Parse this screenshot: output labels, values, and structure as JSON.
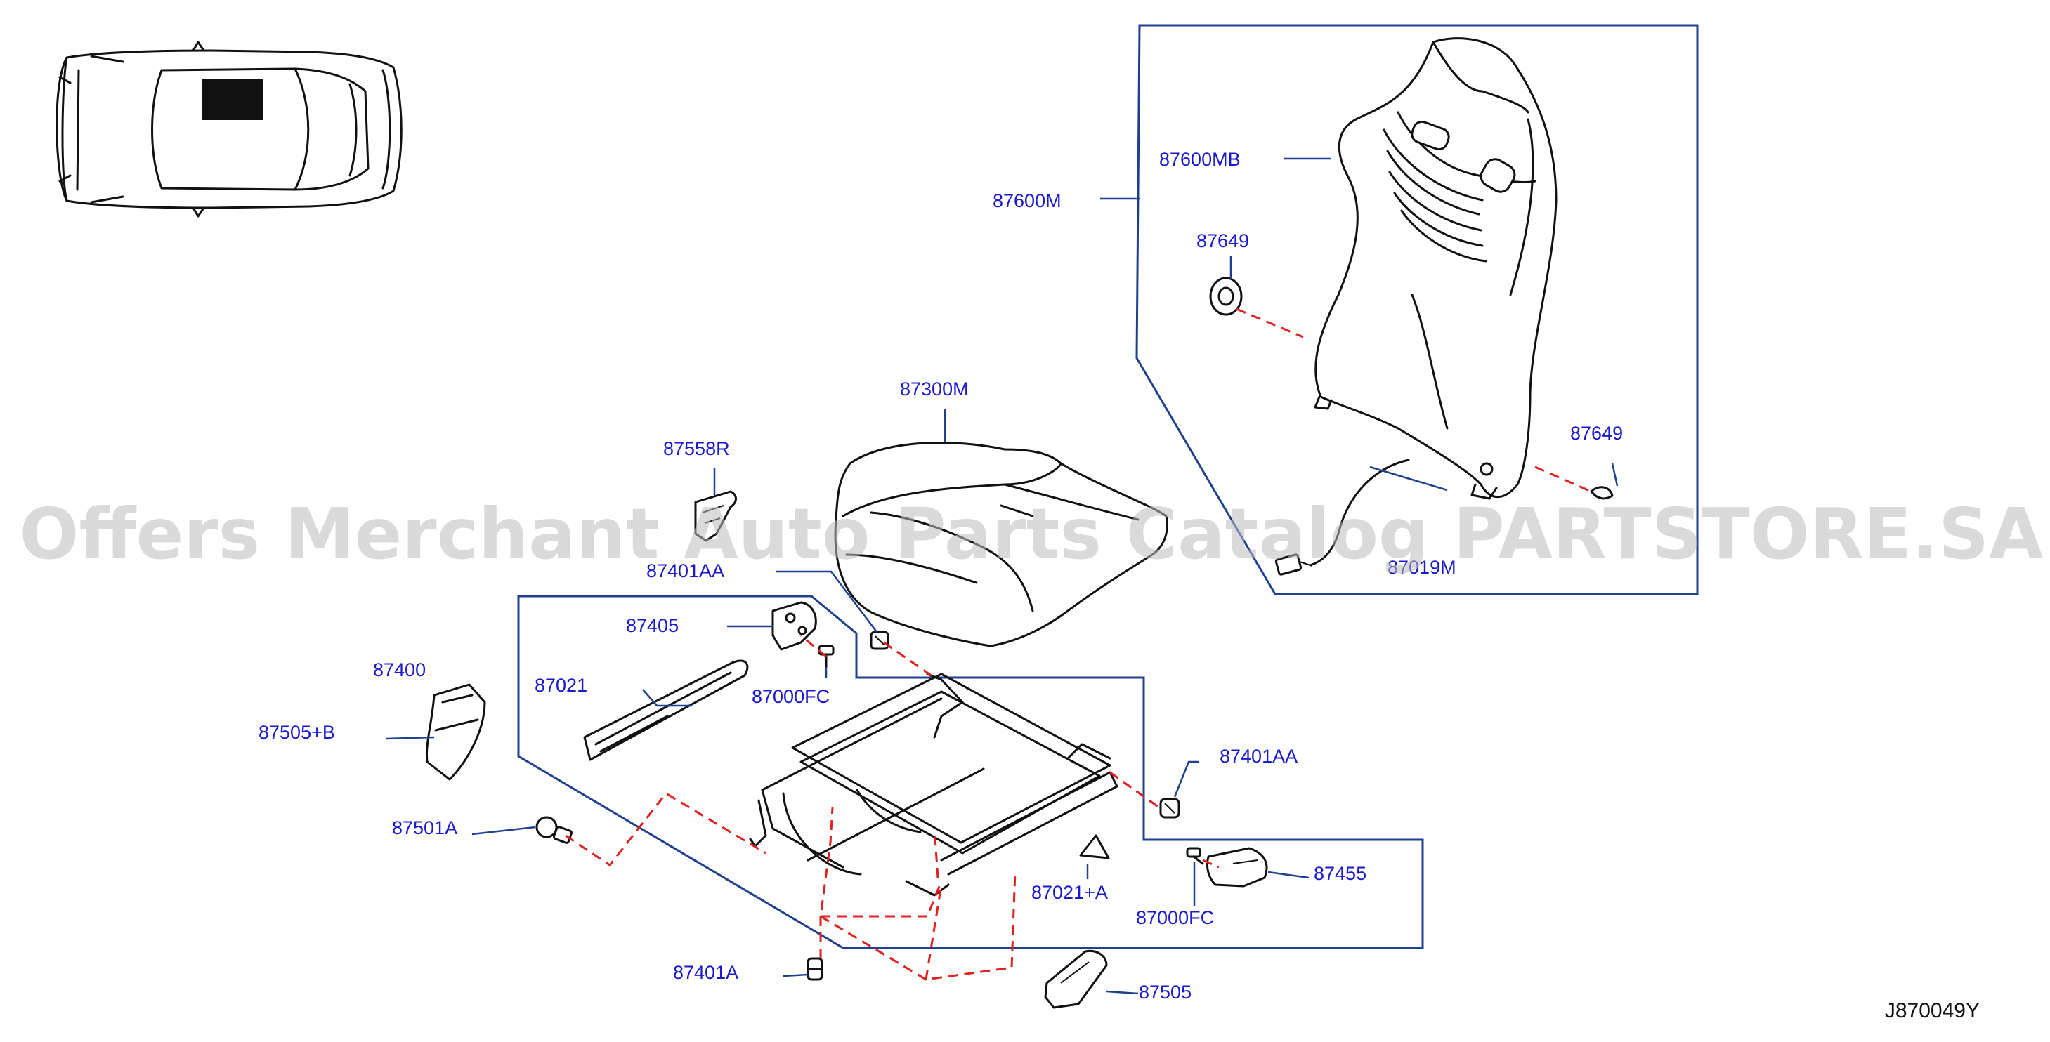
{
  "watermark": "Offers Merchant Auto Parts Catalog PARTSTORE.SA",
  "diagram_code": "J870049Y",
  "colors": {
    "label": "#1a1acc",
    "group_frame": "#1f3f8f",
    "fastener_path": "#e0201e",
    "part_outline": "#111111"
  },
  "parts": {
    "p87600M": "87600M",
    "p87600MB": "87600MB",
    "p87649_upper": "87649",
    "p87649_lower": "87649",
    "p87019M": "87019M",
    "p87300M": "87300M",
    "p87558R": "87558R",
    "p87401AA_upper": "87401AA",
    "p87401AA_right": "87401AA",
    "p87405": "87405",
    "p87400": "87400",
    "p87021": "87021",
    "p87000FC_upper": "87000FC",
    "p87000FC_lower": "87000FC",
    "p87505B": "87505+B",
    "p87501A": "87501A",
    "p87021A": "87021+A",
    "p87455": "87455",
    "p87401A": "87401A",
    "p87505": "87505"
  }
}
